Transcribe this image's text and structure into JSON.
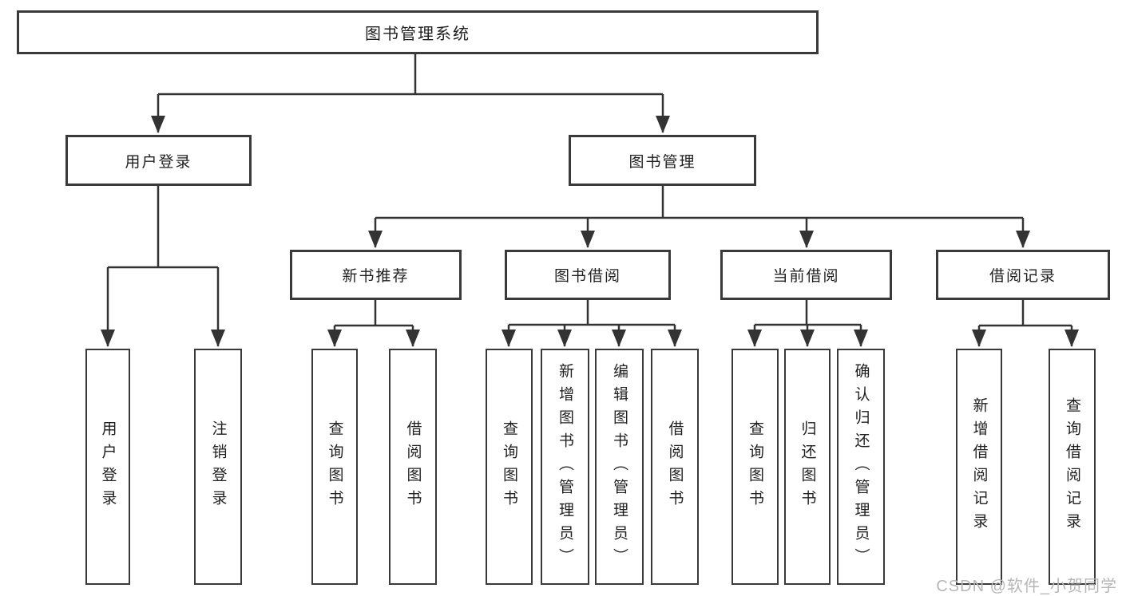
{
  "colors": {
    "background": "#ffffff",
    "line": "#333333",
    "box_border": "#3a3a3a",
    "text": "#1f1f1f",
    "watermark": "#b7b7b7"
  },
  "watermark": {
    "text": "CSDN @软件_小贺同学"
  },
  "tree": {
    "label": "图书管理系统",
    "children": [
      {
        "label": "用户登录",
        "children": [
          {
            "label": "用户登录"
          },
          {
            "label": "注销登录"
          }
        ]
      },
      {
        "label": "图书管理",
        "children": [
          {
            "label": "新书推荐",
            "children": [
              {
                "label": "查询图书"
              },
              {
                "label": "借阅图书"
              }
            ]
          },
          {
            "label": "图书借阅",
            "children": [
              {
                "label": "查询图书"
              },
              {
                "label": "新增图书（管理员）"
              },
              {
                "label": "编辑图书（管理员）"
              },
              {
                "label": "借阅图书"
              }
            ]
          },
          {
            "label": "当前借阅",
            "children": [
              {
                "label": "查询图书"
              },
              {
                "label": "归还图书"
              },
              {
                "label": "确认归还（管理员）"
              }
            ]
          },
          {
            "label": "借阅记录",
            "children": [
              {
                "label": "新增借阅记录"
              },
              {
                "label": "查询借阅记录"
              }
            ]
          }
        ]
      }
    ]
  }
}
